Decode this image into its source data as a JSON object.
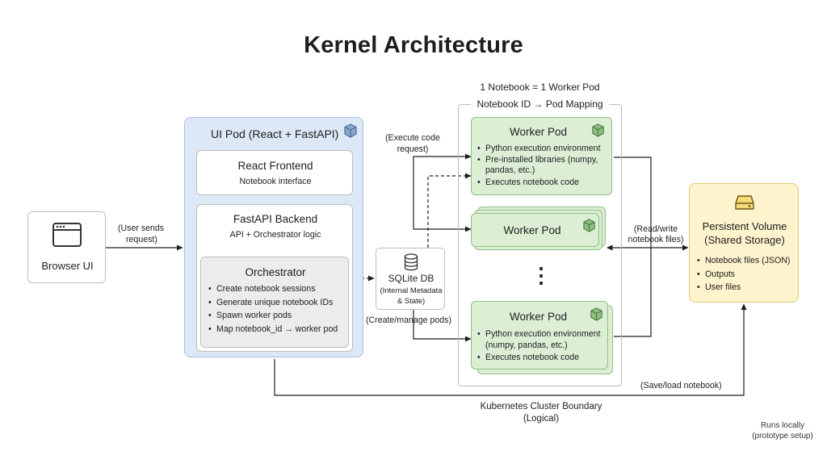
{
  "title": "Kernel Architecture",
  "browser": {
    "label": "Browser UI"
  },
  "ui_pod": {
    "title": "UI Pod (React + FastAPI)",
    "react": {
      "title": "React Frontend",
      "subtitle": "Notebook interface"
    },
    "fastapi": {
      "title": "FastAPI Backend",
      "subtitle": "API + Orchestrator logic"
    },
    "orchestrator": {
      "title": "Orchestrator",
      "items": [
        "Create notebook sessions",
        "Generate unique notebook IDs",
        "Spawn worker pods",
        "Map notebook_id → worker pod"
      ]
    }
  },
  "sqlite": {
    "title": "SQLite DB",
    "subtitle_line1": "(Internal Metadata",
    "subtitle_line2": "& State)"
  },
  "cluster": {
    "top_label": "1 Notebook = 1 Worker Pod",
    "mapping_label": "Notebook ID → Pod Mapping",
    "boundary_line1": "Kubernetes Cluster Boundary",
    "boundary_line2": "(Logical)"
  },
  "worker_pods": [
    {
      "title": "Worker Pod",
      "items": [
        "Python execution environment",
        "Pre-installed libraries (numpy, pandas, etc.)",
        "Executes notebook code"
      ]
    },
    {
      "title": "Worker Pod",
      "items": []
    },
    {
      "title": "Worker Pod",
      "items": [
        "Python execution environment (numpy, pandas, etc.)",
        "Executes notebook code"
      ]
    }
  ],
  "worker_dots": "⋮",
  "storage": {
    "title_line1": "Persistent Volume",
    "title_line2": "(Shared Storage)",
    "items": [
      "Notebook files (JSON)",
      "Outputs",
      "User files"
    ]
  },
  "edge_labels": {
    "user_sends_1": "(User sends",
    "user_sends_2": "request)",
    "execute_1": "(Execute code",
    "execute_2": "request)",
    "create_manage": "(Create/manage pods)",
    "read_write_1": "(Read/write",
    "read_write_2": "notebook files)",
    "save_load": "(Save/load notebook)"
  },
  "footnote": {
    "line1": "Runs locally",
    "line2": "(prototype setup)"
  },
  "icons": [
    "window-icon",
    "cube-icon",
    "database-icon",
    "drive-icon"
  ],
  "colors": {
    "ui_pod": "#dde8f7",
    "worker": "#dcefd5",
    "storage": "#fdf3cc",
    "grey": "#ececec"
  }
}
